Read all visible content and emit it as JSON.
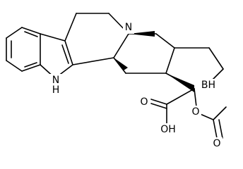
{
  "labels": {
    "n_ring": "N",
    "nh": "N\nH",
    "n_text": "N",
    "h_text": "H",
    "bh": "BH",
    "o_ester": "O",
    "o_carbonyl_acetyl": "O",
    "o_carboxyl_double": "O",
    "oh": "OH"
  }
}
